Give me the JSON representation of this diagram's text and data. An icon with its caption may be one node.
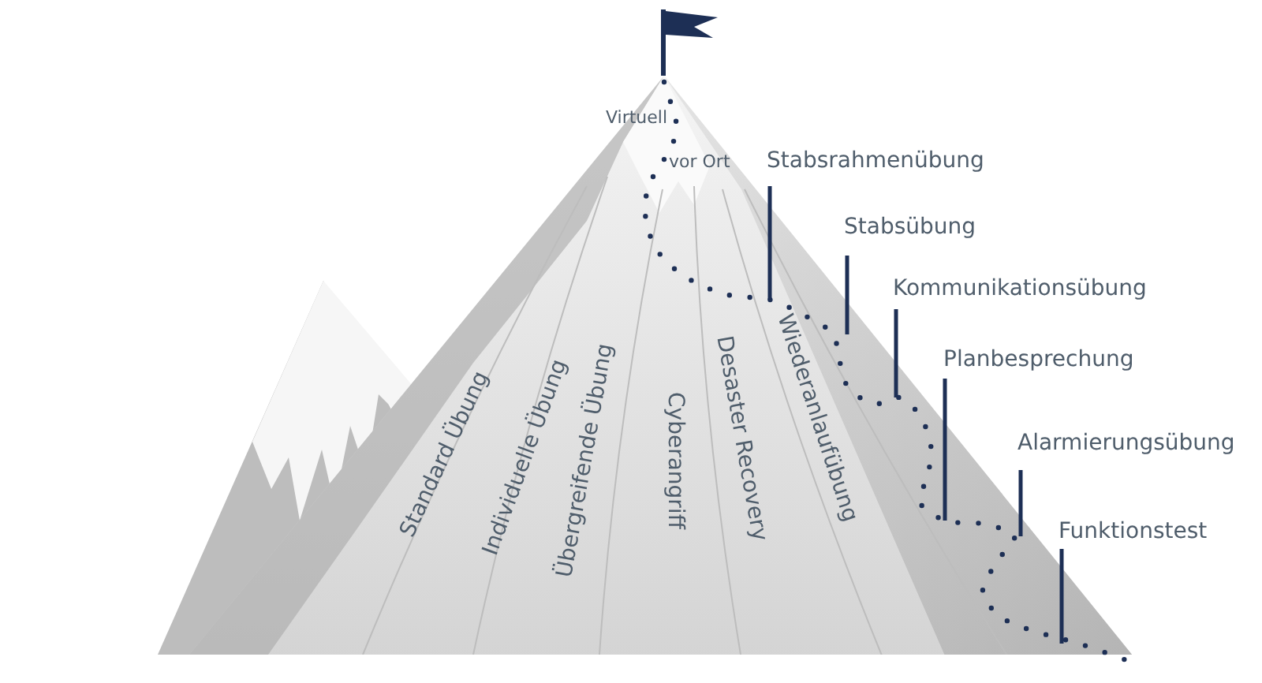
{
  "diagram": {
    "labels": [
      "Virtuell",
      "vor Ort",
      "Stabsrahmenübung",
      "Stabsübung",
      "Kommunikationsübung",
      "Planbesprechung",
      "Alarmierungsübung",
      "Funktionstest",
      "Standard Übung",
      "Individuelle Übung",
      "Übergreifende Übung",
      "Cyberangriff",
      "Desaster Recovery",
      "Wiederanlaufübung"
    ]
  }
}
